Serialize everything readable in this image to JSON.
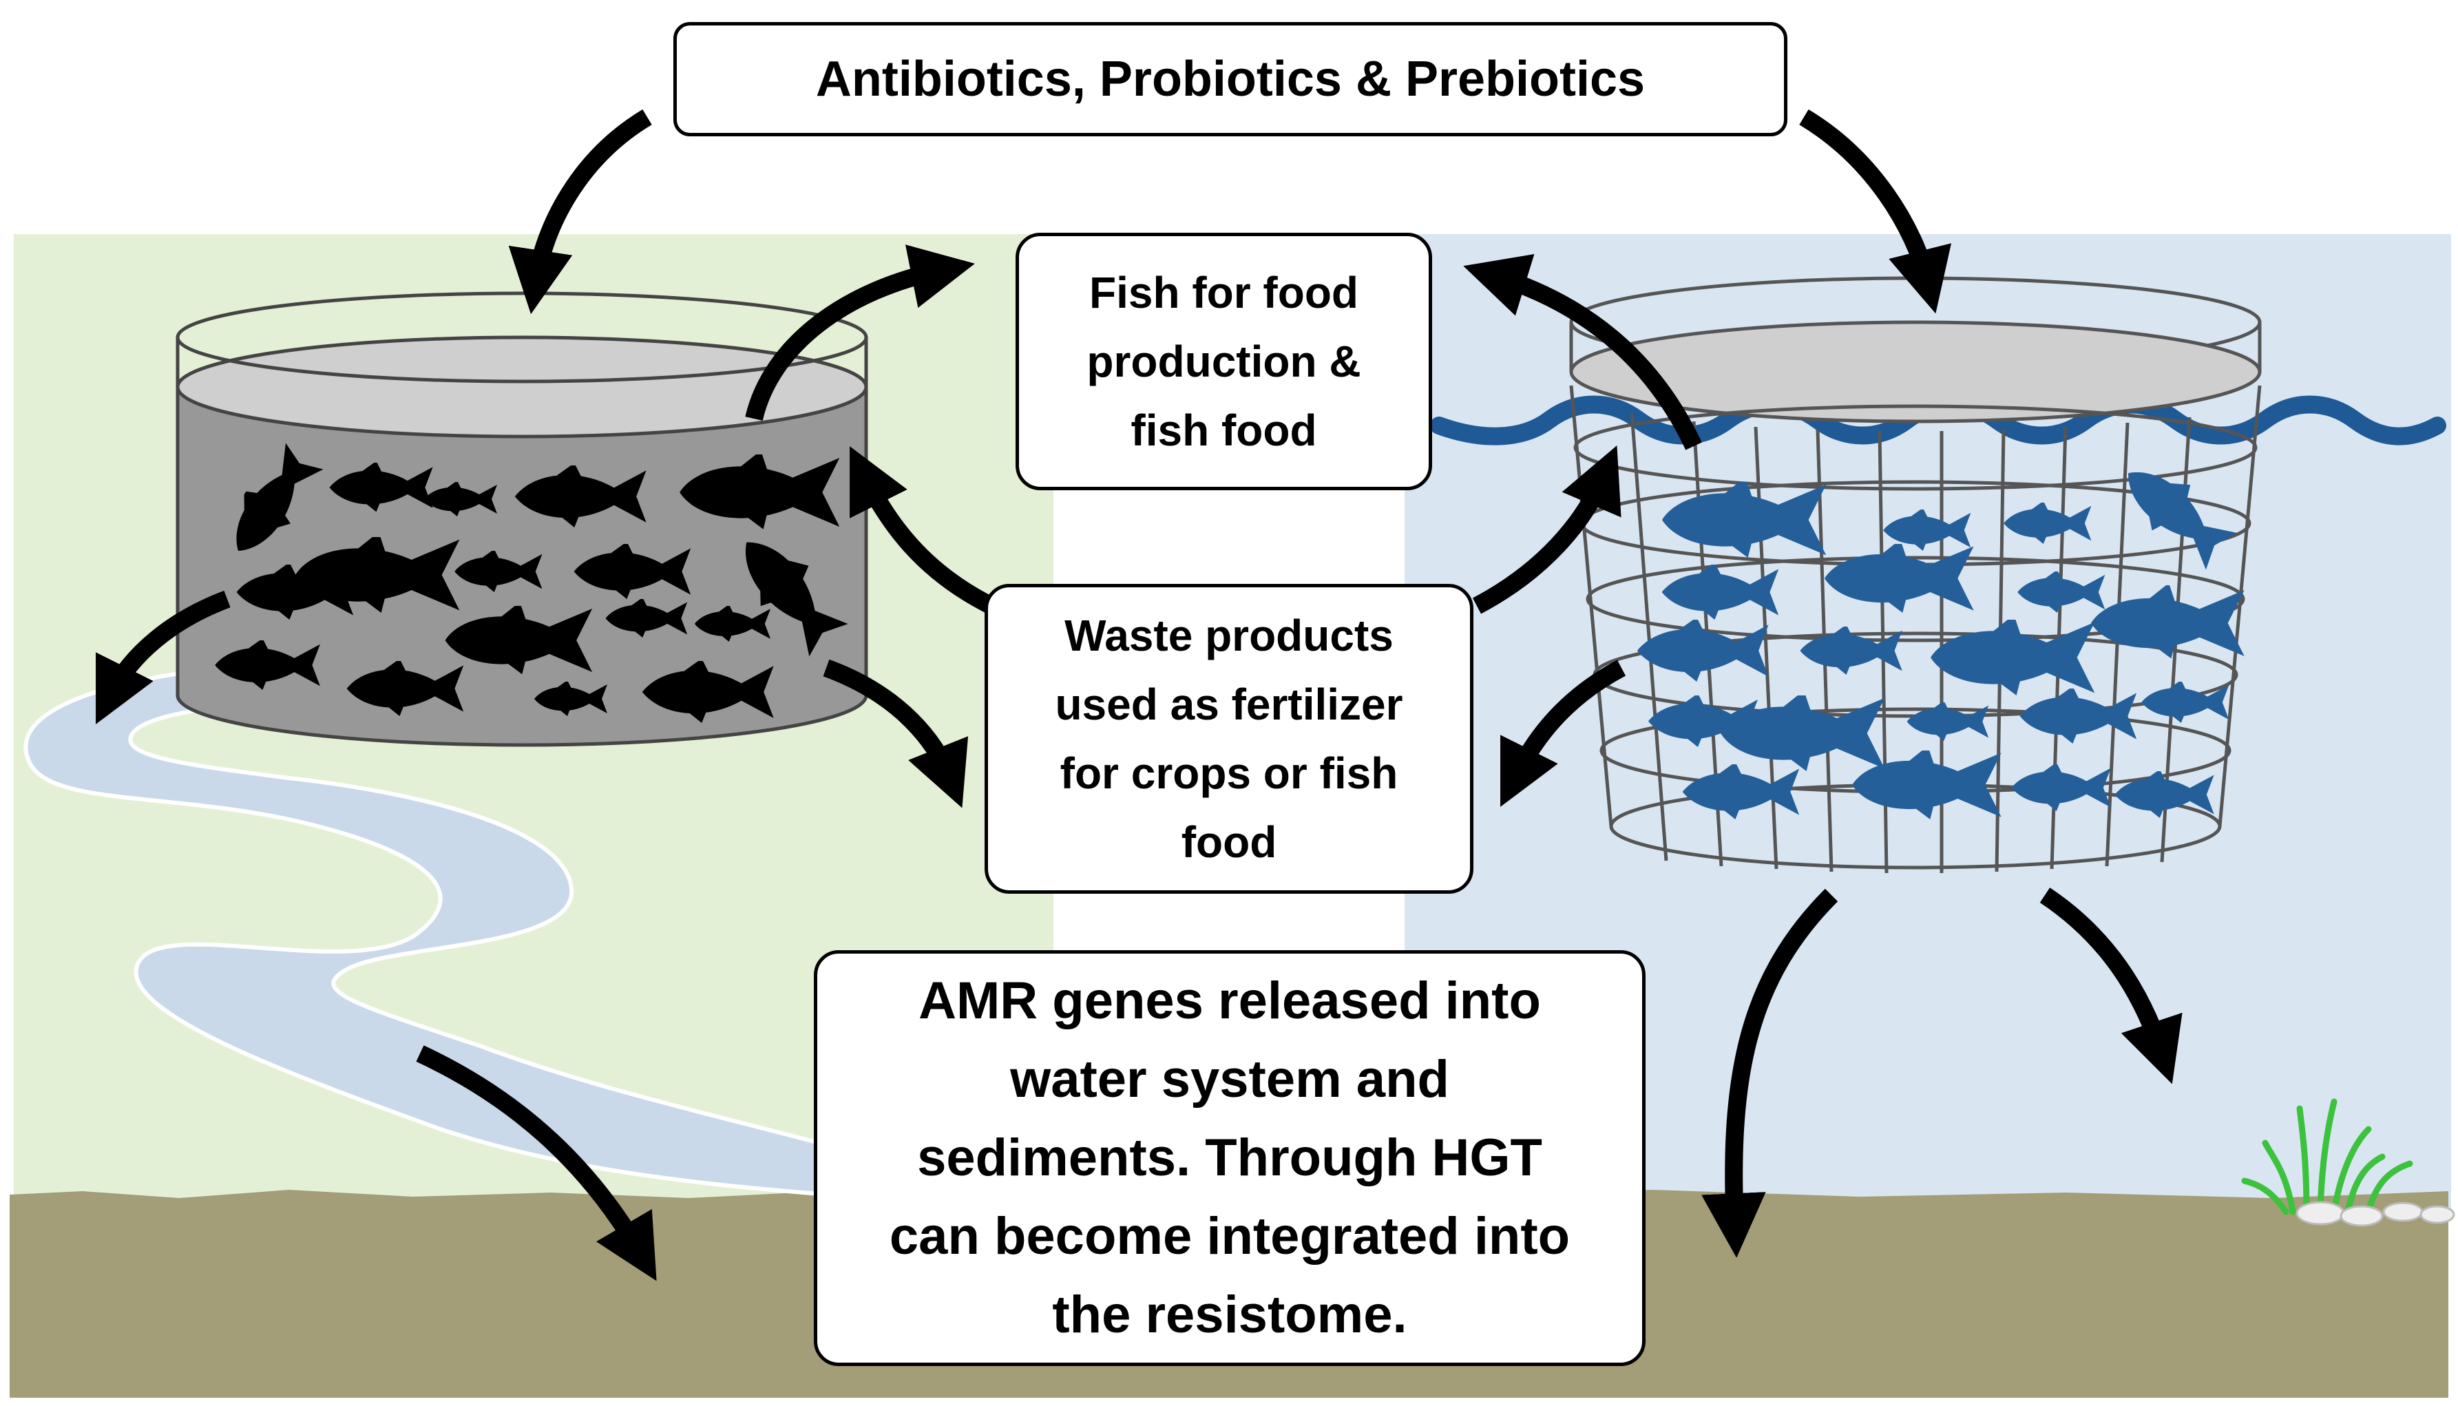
{
  "labels": {
    "inputs": "Antibiotics, Probiotics & Prebiotics",
    "fish_for_food": [
      "Fish for food",
      "production &",
      "fish food"
    ],
    "waste_products": [
      "Waste products",
      "used as fertilizer",
      "for crops or fish",
      "food"
    ],
    "amr_genes": [
      "AMR genes released into",
      "water system and",
      "sediments. Through HGT",
      "can become integrated into",
      "the resistome."
    ]
  },
  "colors": {
    "land_panel": "#e4f0d6",
    "water_panel": "#d9e6f2",
    "ground": "#a39d78",
    "tank_fill": "#989898",
    "tank_top": "#cfcfcf",
    "fish_dark": "#000000",
    "fish_blue": "#255f9a",
    "wave": "#1f5a97",
    "net": "#555555",
    "stream": "#c9d9ea",
    "arrow": "#000000",
    "grass": "#3cc23c"
  },
  "icons": [
    "fish-icon",
    "curved-arrow-icon",
    "grass-icon",
    "pebble-icon"
  ]
}
